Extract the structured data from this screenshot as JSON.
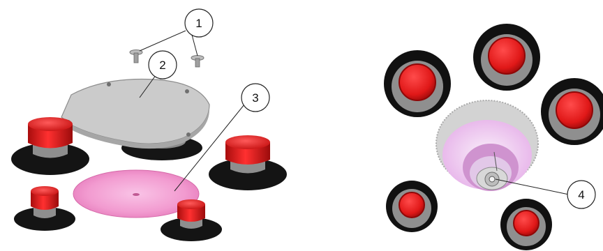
{
  "callouts": {
    "one": "1",
    "two": "2",
    "three": "3",
    "four": "4"
  },
  "colors": {
    "cap_red": "#e01c1c",
    "cap_red_dark": "#a40d0d",
    "base_black": "#1a1a1a",
    "collar_gray": "#9a9a9a",
    "cover_plate": "#c9c9c9",
    "pink_disc": "#f4a9d6",
    "hub_pink": "#f3c9f0"
  },
  "parts": [
    "screws",
    "cover-plate",
    "pink-disc",
    "red-capped-feet",
    "center-hub"
  ]
}
